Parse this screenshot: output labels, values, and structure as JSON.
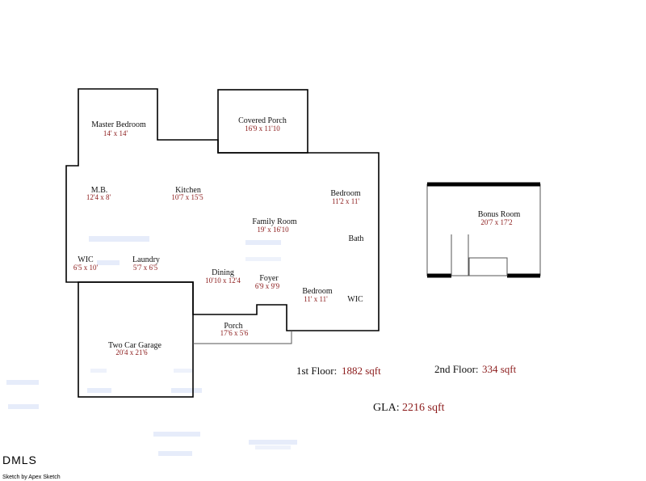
{
  "rooms": {
    "master_bedroom": {
      "name": "Master Bedroom",
      "dims": "14' x 14'"
    },
    "covered_porch": {
      "name": "Covered Porch",
      "dims": "16'9 x 11'10"
    },
    "mb": {
      "name": "M.B.",
      "dims": "12'4 x 8'"
    },
    "kitchen": {
      "name": "Kitchen",
      "dims": "10'7 x 15'5"
    },
    "bedroom_1": {
      "name": "Bedroom",
      "dims": "11'2 x 11'"
    },
    "family_room": {
      "name": "Family Room",
      "dims": "19' x 16'10"
    },
    "bath": {
      "name": "Bath"
    },
    "wic_1": {
      "name": "WIC",
      "dims": "6'5 x 10'"
    },
    "laundry": {
      "name": "Laundry",
      "dims": "5'7 x 6'5"
    },
    "dining": {
      "name": "Dining",
      "dims": "10'10 x 12'4"
    },
    "foyer": {
      "name": "Foyer",
      "dims": "6'9 x 9'9"
    },
    "bedroom_2": {
      "name": "Bedroom",
      "dims": "11' x 11'"
    },
    "wic_2": {
      "name": "WIC"
    },
    "porch": {
      "name": "Porch",
      "dims": "17'6 x 5'6"
    },
    "garage": {
      "name": "Two Car Garage",
      "dims": "20'4 x 21'6"
    },
    "bonus_room": {
      "name": "Bonus Room",
      "dims": "20'7 x 17'2"
    }
  },
  "summary": {
    "first_floor_label": "1st Floor:",
    "first_floor_value": "1882 sqft",
    "second_floor_label": "2nd Floor:",
    "second_floor_value": "334 sqft",
    "gla_label": "GLA:",
    "gla_value": "2216 sqft"
  },
  "branding": {
    "logo": "DMLS",
    "credit": "Sketch by Apex Sketch"
  },
  "colors": {
    "dimension_text": "#8b1a1a",
    "walls": "#000000"
  }
}
